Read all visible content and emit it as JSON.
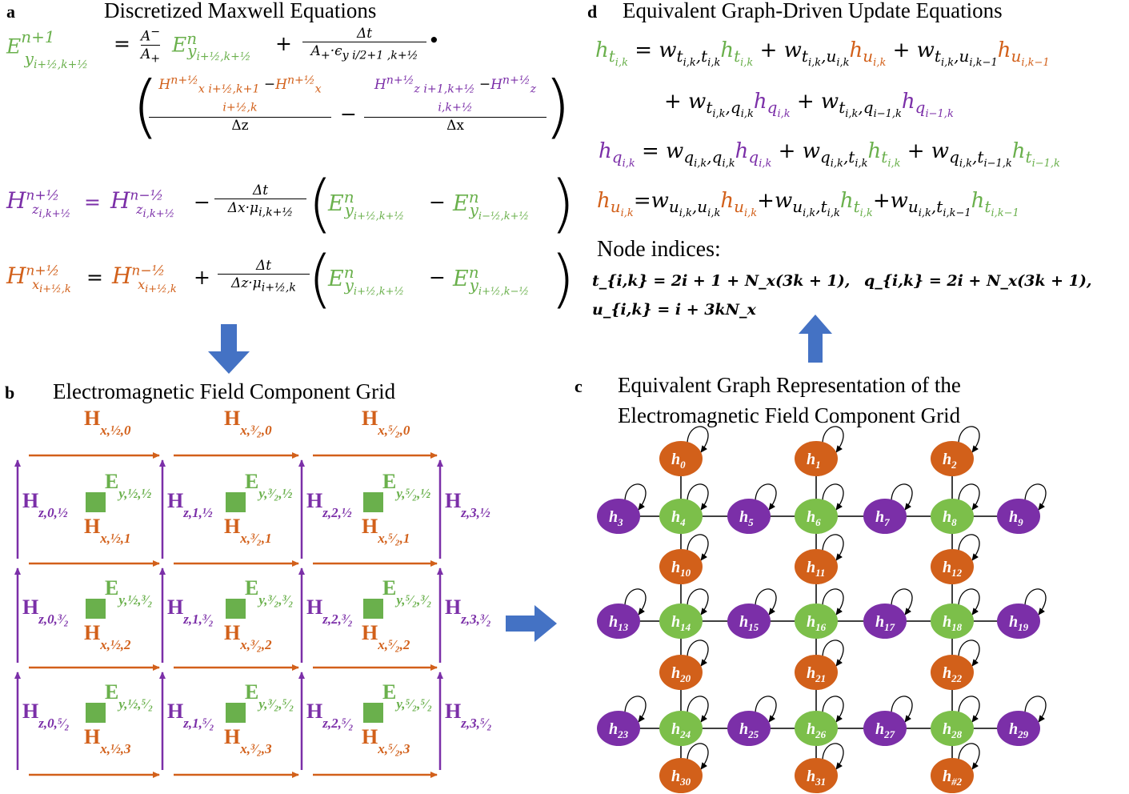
{
  "panels": {
    "a": {
      "label": "a",
      "title": "Discretized Maxwell Equations",
      "equations": [
        "E_y^{n+1}_{i+1/2,k+1/2} = (A−/A+) E_y^{n}_{i+1/2,k+1/2} + Δt/(A+·ε_{y i/2+1,k+1/2}) · ((H_x^{n+1/2}_{i+1/2,k+1} − H_x^{n+1/2}_{i+1/2,k})/Δz − (H_z^{n+1/2}_{i+1,k+1/2} − H_z^{n+1/2}_{i,k+1/2})/Δx)",
        "H_z^{n+1/2}_{i,k+1/2} = H_z^{n−1/2}_{i,k+1/2} − Δt/(Δx·μ_{i,k+1/2}) (E_y^{n}_{i+1/2,k+1/2} − E_y^{n}_{i−1/2,k+1/2})",
        "H_x^{n+1/2}_{i+1/2,k} = H_x^{n−1/2}_{i+1/2,k} + Δt/(Δz·μ_{i+1/2,k}) (E_y^{n}_{i+1/2,k+1/2} − E_y^{n}_{i+1/2,k−1/2})"
      ]
    },
    "b": {
      "label": "b",
      "title": "Electromagnetic Field Component Grid",
      "top_labels": [
        {
          "main": "H",
          "sub": "x,1/2,0"
        },
        {
          "main": "H",
          "sub": "x,3/2,0"
        },
        {
          "main": "H",
          "sub": "x,5/2,0"
        }
      ],
      "rows": [
        {
          "hz": [
            "z,0,1/2",
            "z,1,1/2",
            "z,2,1/2",
            "z,3,1/2"
          ],
          "ey": [
            "y,1/2,1/2",
            "y,3/2,1/2",
            "y,5/2,1/2"
          ],
          "hx": [
            "x,1/2,1",
            "x,3/2,1",
            "x,5/2,1"
          ]
        },
        {
          "hz": [
            "z,0,3/2",
            "z,1,3/2",
            "z,2,3/2",
            "z,3,3/2"
          ],
          "ey": [
            "y,1/2,3/2",
            "y,3/2,3/2",
            "y,5/2,3/2"
          ],
          "hx": [
            "x,1/2,2",
            "x,3/2,2",
            "x,5/2,2"
          ]
        },
        {
          "hz": [
            "z,0,5/2",
            "z,1,5/2",
            "z,2,5/2",
            "z,3,5/2"
          ],
          "ey": [
            "y,1/2,5/2",
            "y,3/2,5/2",
            "y,5/2,5/2"
          ],
          "hx": [
            "x,1/2,3",
            "x,3/2,3",
            "x,5/2,3"
          ]
        }
      ],
      "letter_h": "H",
      "letter_e": "E"
    },
    "c": {
      "label": "c",
      "title_line1": "Equivalent Graph Representation of the",
      "title_line2": "Electromagnetic Field Component Grid",
      "nodes": {
        "u_top": [
          "h0",
          "h1",
          "h2"
        ],
        "row1": [
          "h3",
          "h4",
          "h5",
          "h6",
          "h7",
          "h8",
          "h9"
        ],
        "u_mid1": [
          "h10",
          "h11",
          "h12"
        ],
        "row2": [
          "h13",
          "h14",
          "h15",
          "h16",
          "h17",
          "h18",
          "h19"
        ],
        "u_mid2": [
          "h20",
          "h21",
          "h22"
        ],
        "row3": [
          "h23",
          "h24",
          "h25",
          "h26",
          "h27",
          "h28",
          "h29"
        ],
        "u_bottom": [
          "h30",
          "h31",
          "h#2"
        ]
      },
      "colors": {
        "orange": "#d2601a",
        "green": "#7cbf4a",
        "purple": "#7b2fa8"
      }
    },
    "d": {
      "label": "d",
      "title": "Equivalent Graph-Driven Update Equations",
      "equations": [
        "h_{t_{i,k}} = w_{t_{i,k},t_{i,k}} h_{t_{i,k}} + w_{t_{i,k},u_{i,k}} h_{u_{i,k}} + w_{t_{i,k},u_{i,k−1}} h_{u_{i,k−1}} + w_{t_{i,k},q_{i,k}} h_{q_{i,k}} + w_{t_{i,k},q_{i−1,k}} h_{q_{i−1,k}}",
        "h_{q_{i,k}} = w_{q_{i,k},q_{i,k}} h_{q_{i,k}} + w_{q_{i,k},t_{i,k}} h_{t_{i,k}} + w_{q_{i,k},t_{i−1,k}} h_{t_{i−1,k}}",
        "h_{u_{i,k}} = w_{u_{i,k},u_{i,k}} h_{u_{i,k}} + w_{u_{i,k},t_{i,k}} h_{t_{i,k}} + w_{u_{i,k},t_{i,k−1}} h_{t_{i,k−1}}"
      ],
      "node_indices_label": "Node indices:",
      "index_t": "t_{i,k} = 2i + 1 + N_x(3k + 1),",
      "index_q": "q_{i,k} = 2i + N_x(3k + 1),",
      "index_u": "u_{i,k} = i + 3kN_x"
    }
  }
}
